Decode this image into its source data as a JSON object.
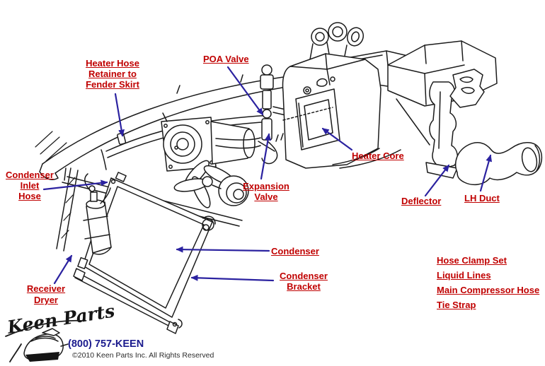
{
  "colors": {
    "label_red": "#C00000",
    "arrow_navy": "#2B22A0",
    "phone_navy": "#1B1B8E",
    "copyright_gray": "#2B2B2B",
    "line_art_black": "#1B1B1B",
    "background": "#FFFFFF"
  },
  "diagram": {
    "callouts": {
      "heater_hose_retainer": "Heater Hose\nRetainer to\nFender Skirt",
      "poa_valve": "POA Valve",
      "heater_core": "Heater Core",
      "condenser_inlet_hose": "Condenser\nInlet\nHose",
      "expansion_valve": "Expansion\nValve",
      "deflector": "Deflector",
      "lh_duct": "LH Duct",
      "condenser": "Condenser",
      "condenser_bracket": "Condenser\nBracket",
      "receiver_dryer": "Receiver\nDryer"
    },
    "parts_list": [
      "Hose Clamp Set",
      "Liquid Lines",
      "Main Compressor Hose",
      "Tie Strap"
    ]
  },
  "footer": {
    "brand_script": "Keen Parts",
    "phone": "(800) 757-KEEN",
    "copyright": "©2010 Keen Parts Inc. All Rights Reserved"
  }
}
